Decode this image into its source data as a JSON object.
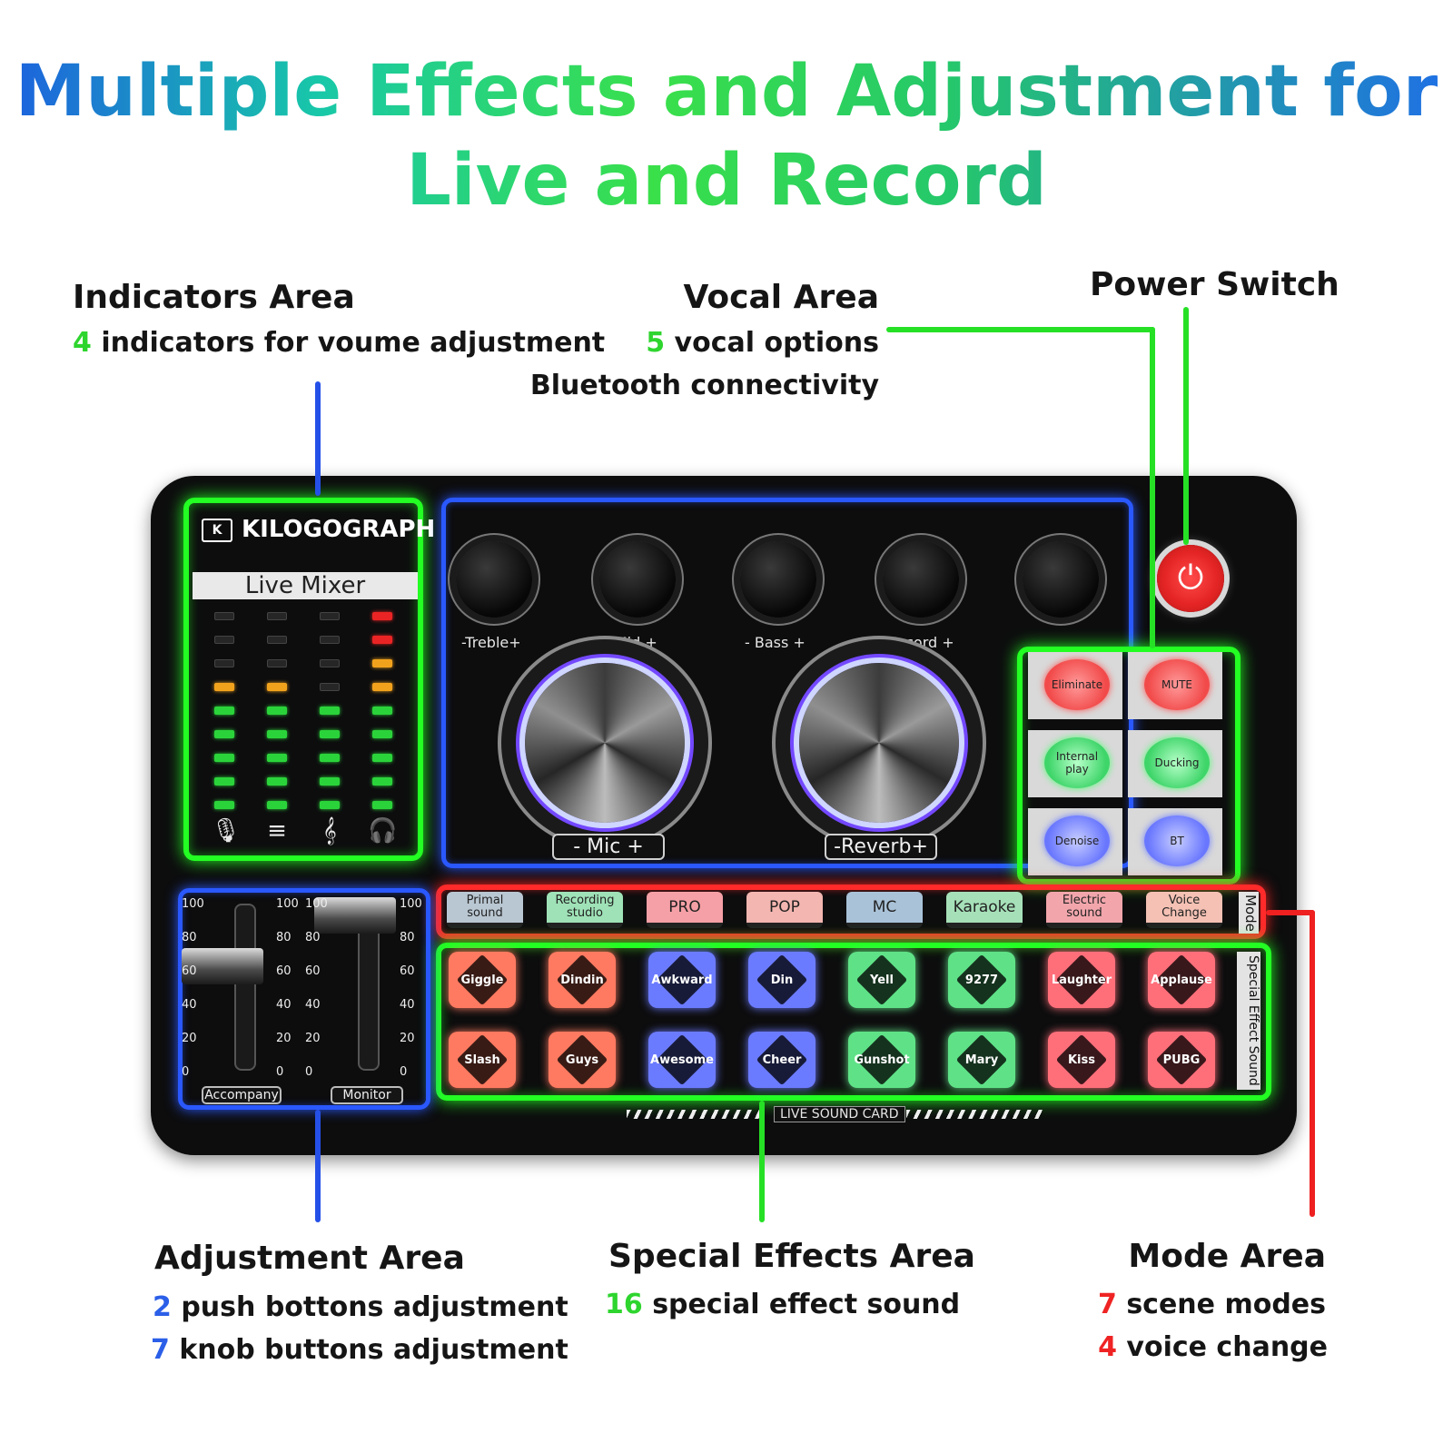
{
  "title": {
    "line1": "Multiple Effects and Adjustment for",
    "line2": "Live and Record"
  },
  "callouts": {
    "indicators": {
      "heading": "Indicators Area",
      "count": "4",
      "text": "indicators for voume adjustment"
    },
    "vocal": {
      "heading": "Vocal Area",
      "count": "5",
      "text": "vocal options",
      "extra": "Bluetooth connectivity"
    },
    "power": {
      "heading": "Power Switch"
    },
    "adjustment": {
      "heading": "Adjustment Area",
      "count1": "2",
      "text1": "push bottons adjustment",
      "count2": "7",
      "text2": "knob buttons adjustment"
    },
    "special": {
      "heading": "Special Effects Area",
      "count": "16",
      "text": "special effect sound"
    },
    "mode": {
      "heading": "Mode Area",
      "count1": "7",
      "text1": "scene modes",
      "count2": "4",
      "text2": "voice change"
    }
  },
  "device": {
    "brand": "KILOGOGRAPH",
    "brand_logo": "K",
    "live_mixer": "Live Mixer",
    "indicator_icons": [
      "microphone-icon",
      "music-bars-icon",
      "treble-clef-icon",
      "headphones-icon"
    ],
    "knobs": [
      "Treble",
      "Mid",
      "Bass",
      "Record",
      ""
    ],
    "knob_labels": [
      "-Treble+",
      "- Mid +",
      "- Bass +",
      "- Record +"
    ],
    "big_knobs": [
      "- Mic +",
      "-Reverb+"
    ],
    "vocal_buttons": [
      "Eliminate",
      "MUTE",
      "Internal play",
      "Ducking",
      "Denoise",
      "BT"
    ],
    "mode_buttons": [
      "Primal sound",
      "Recording studio",
      "PRO",
      "POP",
      "MC",
      "Karaoke",
      "Electric sound",
      "Voice Change"
    ],
    "mode_label": "Mode",
    "effects_row1": [
      "Giggle",
      "Dindin",
      "Awkward",
      "Din",
      "Yell",
      "9277",
      "Laughter",
      "Applause"
    ],
    "effects_row2": [
      "Slash",
      "Guys",
      "Awesome",
      "Cheer",
      "Gunshot",
      "Mary",
      "Kiss",
      "PUBG"
    ],
    "effects_label": "Special Effect Sound",
    "fader_labels": [
      "Accompany",
      "Monitor"
    ],
    "scale": [
      "100",
      "80",
      "60",
      "40",
      "20",
      "0"
    ],
    "footer_label": "LIVE SOUND CARD"
  },
  "colors": {
    "green": "#26e026",
    "blue": "#2550e8",
    "red": "#ee2020"
  }
}
